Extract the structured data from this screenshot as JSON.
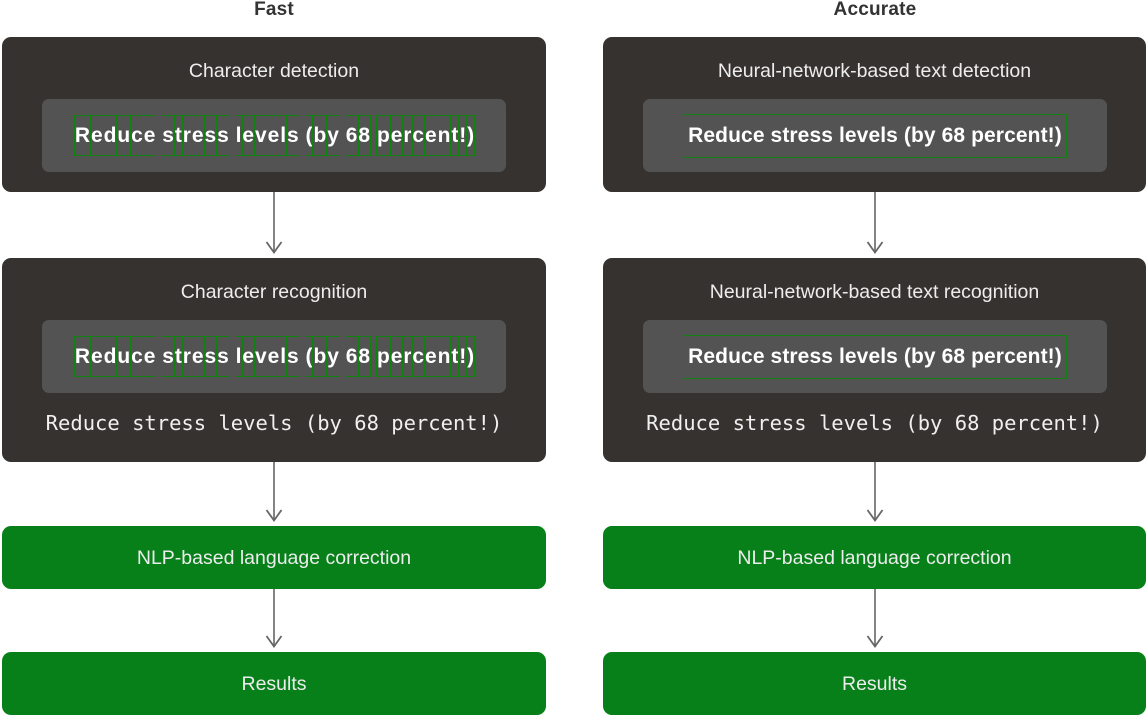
{
  "columns": [
    {
      "id": "fast",
      "title": "Fast",
      "stages": [
        {
          "id": "character-detection",
          "label": "Character detection",
          "kind": "dark",
          "plate_text": "Reduce stress levels (by 68 percent!)",
          "box_mode": "per-character",
          "output_text": null
        },
        {
          "id": "character-recognition",
          "label": "Character recognition",
          "kind": "dark",
          "plate_text": "Reduce stress levels (by 68 percent!)",
          "box_mode": "per-character",
          "output_text": "Reduce stress levels (by 68 percent!)"
        },
        {
          "id": "nlp-language-correction",
          "label": "NLP-based language correction",
          "kind": "green",
          "plate_text": null,
          "box_mode": "none",
          "output_text": null
        },
        {
          "id": "results",
          "label": "Results",
          "kind": "green",
          "plate_text": null,
          "box_mode": "none",
          "output_text": null
        }
      ]
    },
    {
      "id": "accurate",
      "title": "Accurate",
      "stages": [
        {
          "id": "text-detection",
          "label": "Neural-network-based text detection",
          "kind": "dark",
          "plate_text": "Reduce stress levels (by 68 percent!)",
          "box_mode": "per-line",
          "output_text": null
        },
        {
          "id": "text-recognition",
          "label": "Neural-network-based text recognition",
          "kind": "dark",
          "plate_text": "Reduce stress levels (by 68 percent!)",
          "box_mode": "per-line",
          "output_text": "Reduce stress levels (by 68 percent!)"
        },
        {
          "id": "nlp-language-correction",
          "label": "NLP-based language correction",
          "kind": "green",
          "plate_text": null,
          "box_mode": "none",
          "output_text": null
        },
        {
          "id": "results",
          "label": "Results",
          "kind": "green",
          "plate_text": null,
          "box_mode": "none",
          "output_text": null
        }
      ]
    }
  ],
  "colors": {
    "page_background": "#ffffff",
    "dark_stage": "#36322f",
    "green_stage": "#07801a",
    "image_plate": "#535353",
    "detection_box": "#10800f",
    "arrow": "#666666",
    "heading_text": "#333333",
    "stage_text": "#ededed"
  },
  "connectors": [
    {
      "from": "character-detection",
      "to": "character-recognition"
    },
    {
      "from": "character-recognition",
      "to": "nlp-language-correction"
    },
    {
      "from": "nlp-language-correction",
      "to": "results"
    },
    {
      "from": "text-detection",
      "to": "text-recognition"
    },
    {
      "from": "text-recognition",
      "to": "nlp-language-correction"
    },
    {
      "from": "nlp-language-correction",
      "to": "results"
    }
  ]
}
